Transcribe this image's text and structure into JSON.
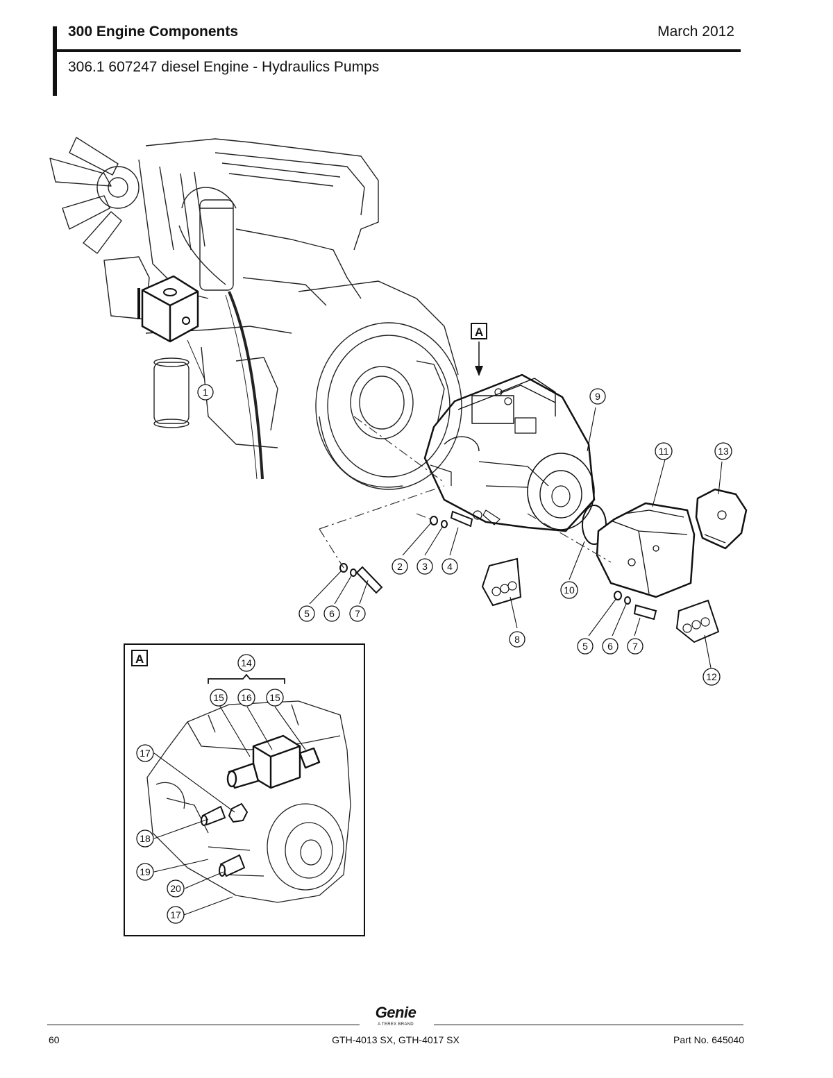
{
  "header": {
    "section_title": "300 Engine Components",
    "date": "March 2012",
    "subtitle": "306.1 607247 diesel Engine - Hydraulics Pumps"
  },
  "diagram": {
    "detail_label": "A",
    "inset_label": "A",
    "callouts": [
      "1",
      "2",
      "3",
      "4",
      "5",
      "6",
      "7",
      "8",
      "9",
      "10",
      "11",
      "12",
      "13",
      "5",
      "6",
      "7",
      "14",
      "15",
      "16",
      "15",
      "17",
      "18",
      "19",
      "20",
      "17"
    ]
  },
  "footer": {
    "page_number": "60",
    "models": "GTH-4013 SX, GTH-4017 SX",
    "part_number": "Part No. 645040",
    "logo": "Genie",
    "logo_tagline": "A TEREX BRAND"
  }
}
